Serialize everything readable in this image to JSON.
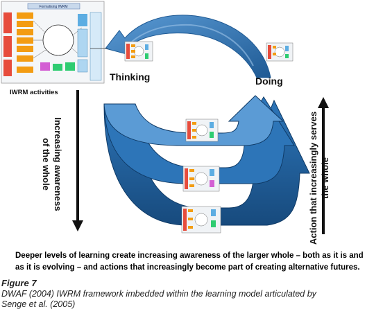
{
  "diagram": {
    "label_thinking": "Thinking",
    "label_doing": "Doing",
    "label_activities": "IWRM activities",
    "label_awareness_line1": "Increasing  awareness",
    "label_awareness_line2": "of  the  whole",
    "label_action_line1": "Action  that  increasingly  serves",
    "label_action_line2": "the  whole",
    "framework_title": "Formalising IWRM",
    "colors": {
      "arrow_dark": "#1f5a94",
      "arrow_mid": "#2d75b8",
      "arrow_light": "#5b9bd5",
      "axis": "#111111"
    }
  },
  "caption": {
    "line1": "Deeper levels of learning create increasing awareness of the larger whole – both as it is and",
    "line2": "as it is evolving – and actions that increasingly become part of creating alternative futures."
  },
  "figure": {
    "label": "Figure 7",
    "text_line1": "DWAF (2004) IWRM framework imbedded within the learning model articulated by",
    "text_line2": "Senge et al.  (2005)"
  }
}
